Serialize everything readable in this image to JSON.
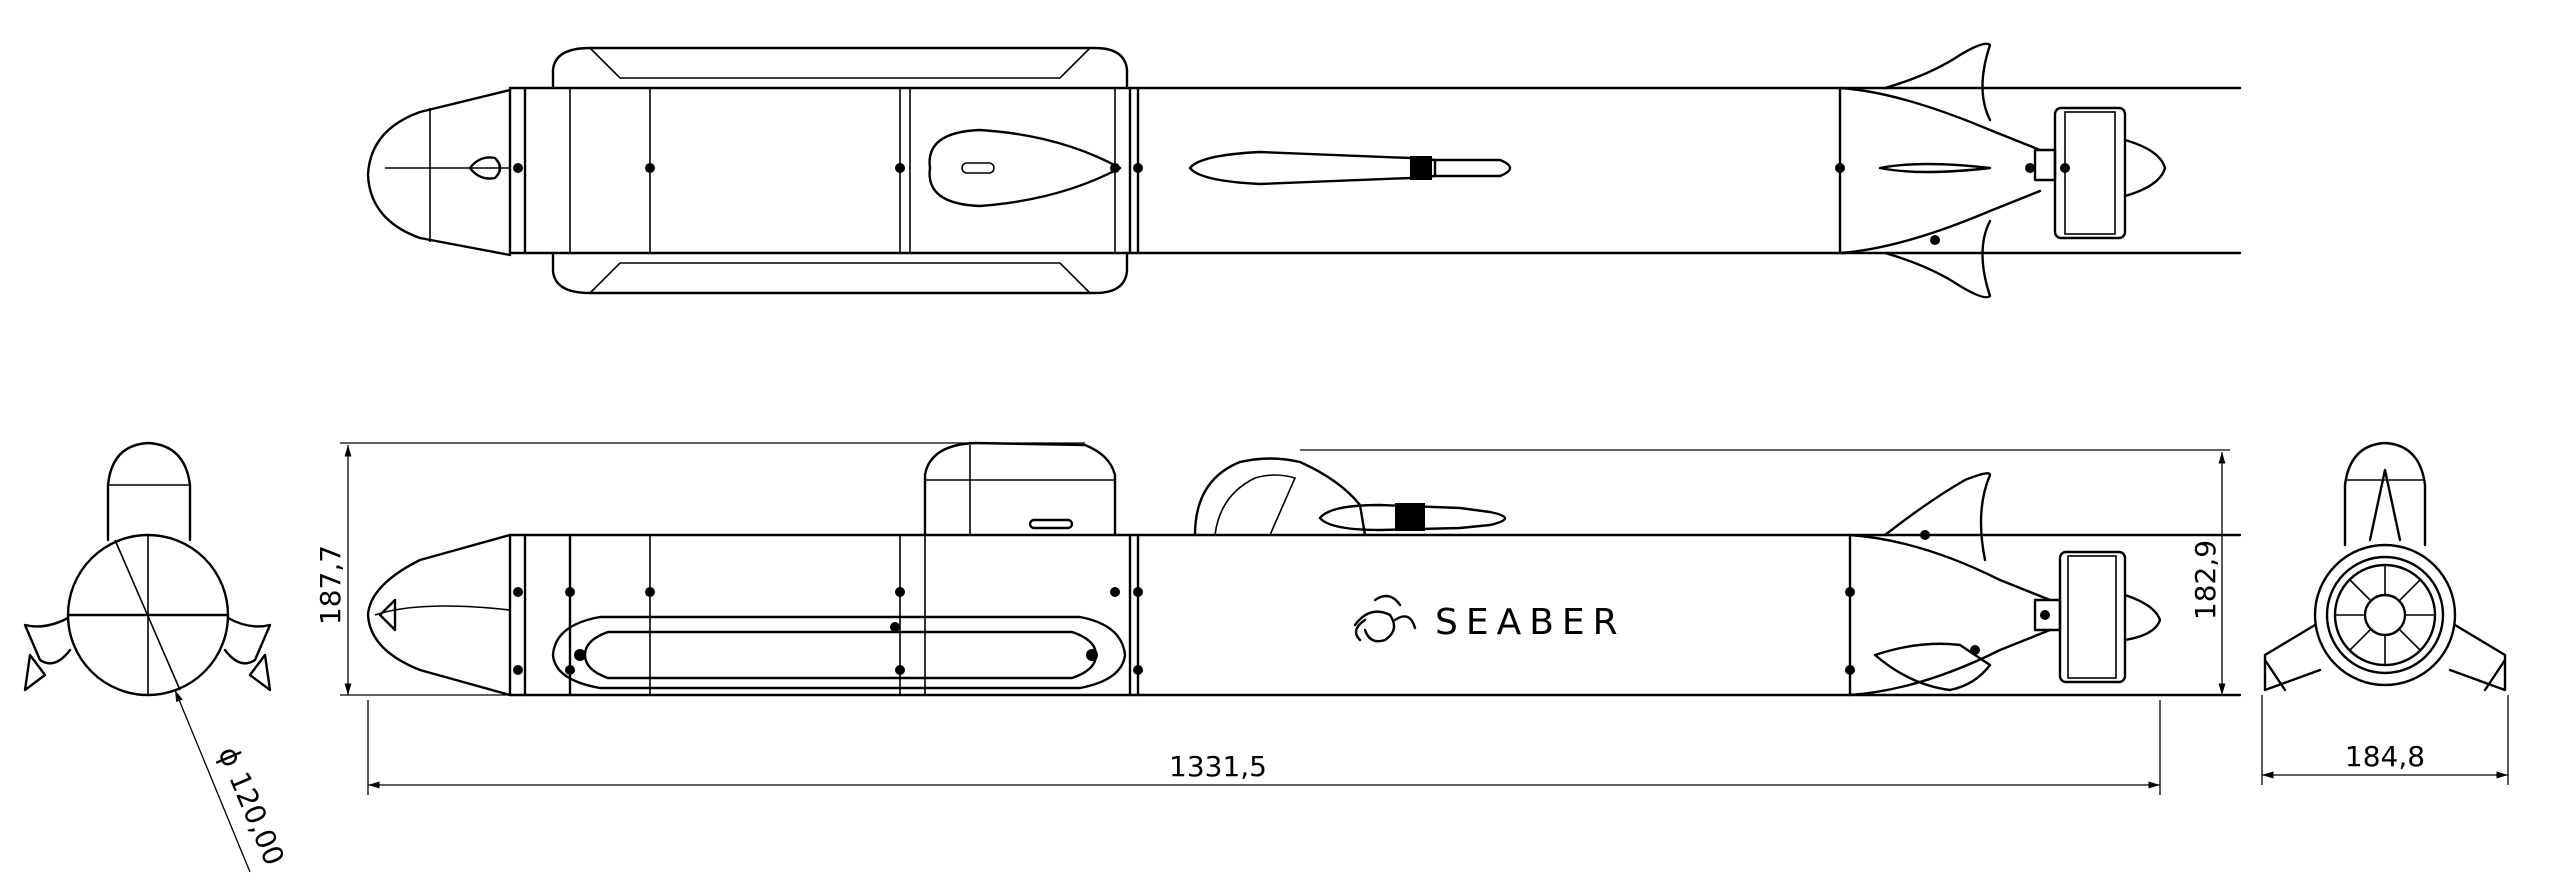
{
  "dimensions": {
    "overall_length": "1331,5",
    "height_front": "187,7",
    "height_rear": "182,9",
    "width_rear": "184,8",
    "diameter": "ϕ 120,00"
  },
  "logo": {
    "text": "SEABER"
  }
}
